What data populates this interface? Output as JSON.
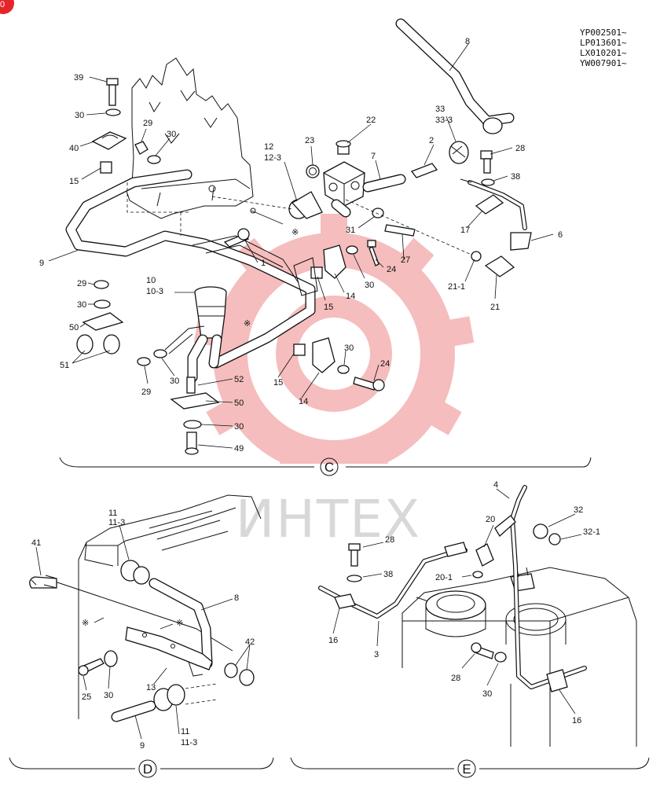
{
  "serials": [
    "YP002501~",
    "LP013601~",
    "LX010201~",
    "YW007901~"
  ],
  "watermark": {
    "text": "ИНТЕХ",
    "gear_color": "#f4b6b6",
    "text_color": "#d8d8d8",
    "badge_color": "#e5252a"
  },
  "sections": {
    "C": "C",
    "D": "D",
    "E": "E"
  },
  "callouts_c": [
    "39",
    "30",
    "40",
    "15",
    "29",
    "30",
    "9",
    "29",
    "30",
    "50",
    "51",
    "29",
    "30",
    "10",
    "10-3",
    "52",
    "50",
    "30",
    "49",
    "12",
    "12-3",
    "23",
    "22",
    "7",
    "2",
    "33",
    "33-3",
    "8",
    "28",
    "38",
    "17",
    "6",
    "21-1",
    "21",
    "31",
    "27",
    "24",
    "30",
    "14",
    "15",
    "1",
    "30",
    "24",
    "14",
    "15"
  ],
  "callouts_d": [
    "41",
    "11",
    "11-3",
    "8",
    "42",
    "13",
    "25",
    "30",
    "9",
    "11",
    "11-3"
  ],
  "callouts_e": [
    "4",
    "20",
    "32",
    "32-1",
    "28",
    "38",
    "20-1",
    "16",
    "3",
    "28",
    "30",
    "16"
  ],
  "notes": {
    "ref_mark": "※"
  }
}
